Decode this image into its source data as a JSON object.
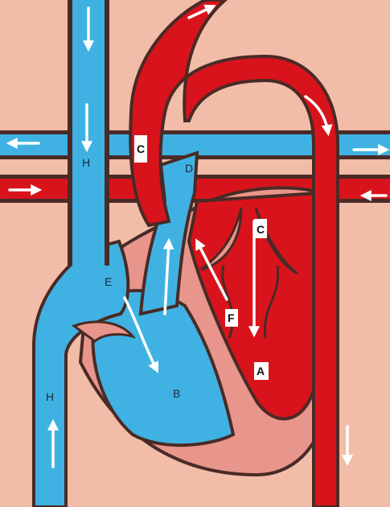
{
  "colors": {
    "background": "#f1bda8",
    "oxygenated": "#d9131c",
    "deoxygenated": "#3fb2e3",
    "outline": "#4a2a26",
    "muscle": "#e8958b",
    "arrow": "#ffffff"
  },
  "labels": {
    "a": "A",
    "b": "B",
    "c": "C",
    "d": "D",
    "e": "E",
    "f": "F",
    "h": "H"
  }
}
